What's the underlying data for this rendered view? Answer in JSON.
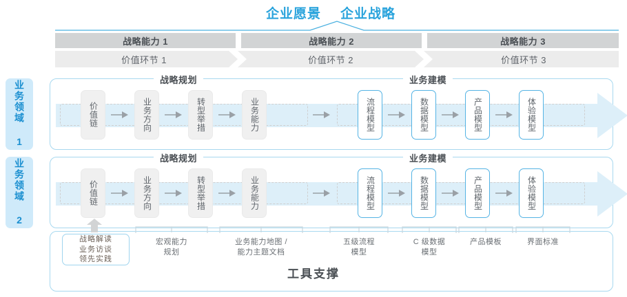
{
  "header": {
    "vision": "企业愿景",
    "strategy": "企业战略"
  },
  "capabilities": [
    {
      "label": "战略能力 1"
    },
    {
      "label": "战略能力 2"
    },
    {
      "label": "战略能力 3"
    }
  ],
  "value_links": [
    {
      "label": "价值环节 1"
    },
    {
      "label": "价值环节 2"
    },
    {
      "label": "价值环节 3"
    }
  ],
  "domains": [
    {
      "label": "业务领域 1"
    },
    {
      "label": "业务领域 2"
    }
  ],
  "sections": {
    "left": "战略规划",
    "right": "业务建模"
  },
  "rows": [
    {
      "left_nodes": [
        {
          "label": "价值链"
        },
        {
          "label": "业务方向"
        },
        {
          "label": "转型举措"
        },
        {
          "label": "业务能力"
        }
      ],
      "right_nodes": [
        {
          "label": "流程模型"
        },
        {
          "label": "数据模型"
        },
        {
          "label": "产品模型"
        },
        {
          "label": "体验模型"
        }
      ]
    },
    {
      "left_nodes": [
        {
          "label": "价值链"
        },
        {
          "label": "业务方向"
        },
        {
          "label": "转型举措"
        },
        {
          "label": "业务能力"
        }
      ],
      "right_nodes": [
        {
          "label": "流程模型"
        },
        {
          "label": "数据模型"
        },
        {
          "label": "产品模型"
        },
        {
          "label": "体验模型"
        }
      ]
    }
  ],
  "tools": {
    "title": "工具支撑",
    "highlight_box": {
      "line1": "战略解读",
      "line2": "业务访谈",
      "line3": "领先实践"
    },
    "labels": [
      {
        "line1": "宏观能力",
        "line2": "规划"
      },
      {
        "line1": "业务能力地图 /",
        "line2": "能力主题文档"
      },
      {
        "line1": "五级流程",
        "line2": "模型"
      },
      {
        "line1": "C 级数据",
        "line2": "模型"
      },
      {
        "line1": "产品模板",
        "line2": ""
      },
      {
        "line1": "界面标准",
        "line2": ""
      }
    ]
  },
  "colors": {
    "accent_blue": "#29a3dc",
    "node_blue_border": "#54b3e4",
    "frame_blue": "#a7d8ef",
    "side_label_bg": "#cfeafa",
    "cap_bar_gray": "#d2d4d5",
    "value_bar_gray": "#ececec",
    "node_gray": "#f0f0f0",
    "text_dark": "#4a4f54",
    "text_mid": "#60656b"
  }
}
